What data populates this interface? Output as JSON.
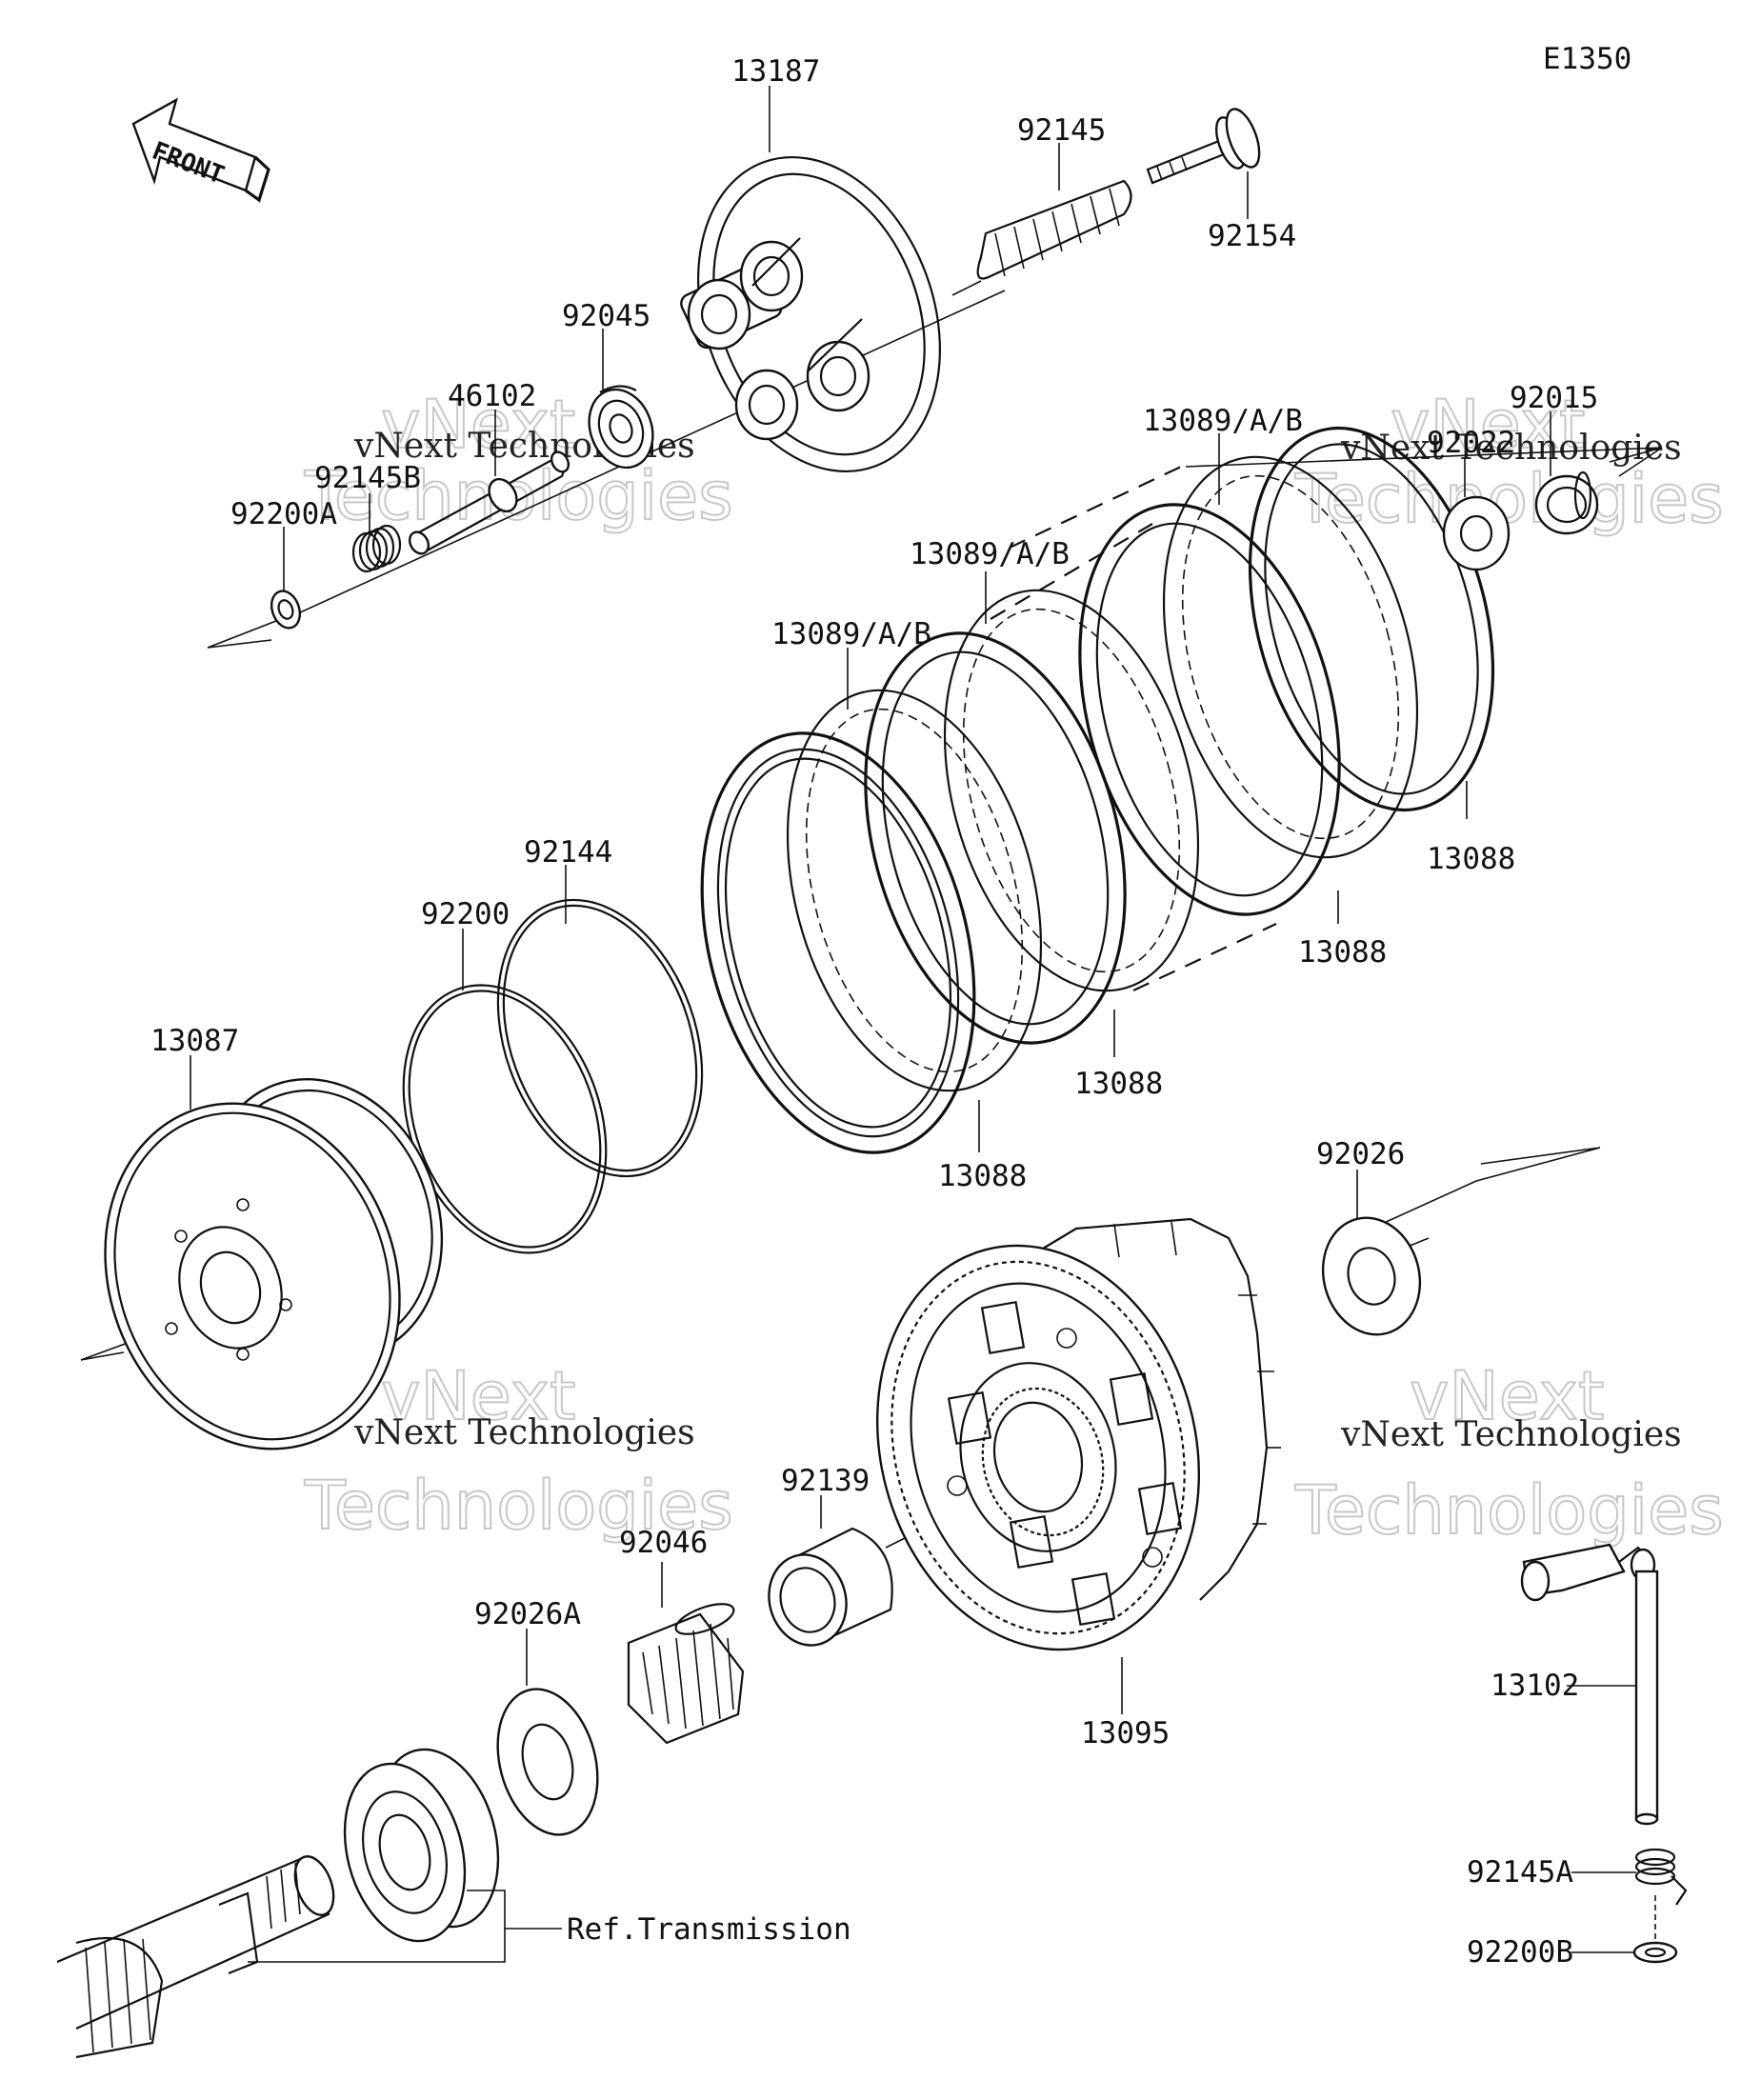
{
  "diagram_code": "E1350",
  "front_label": "FRONT",
  "labels": {
    "p13187": "13187",
    "p92145": "92145",
    "p92154": "92154",
    "p92045": "92045",
    "p46102": "46102",
    "p92145B": "92145B",
    "p92200A": "92200A",
    "p13089_a": "13089/A/B",
    "p13089_b": "13089/A/B",
    "p13089_c": "13089/A/B",
    "p92022": "92022",
    "p92015": "92015",
    "p13088_a": "13088",
    "p13088_b": "13088",
    "p13088_c": "13088",
    "p13088_d": "13088",
    "p92144": "92144",
    "p92200": "92200",
    "p13087": "13087",
    "p92026": "92026",
    "p92139": "92139",
    "p92046": "92046",
    "p92026A": "92026A",
    "p13095": "13095",
    "p13102": "13102",
    "p92145A": "92145A",
    "p92200B": "92200B",
    "ref_transmission": "Ref.Transmission"
  },
  "watermark": {
    "line1": "vNext Technologies",
    "line2a": "vNext",
    "line2b": "Technologies"
  }
}
